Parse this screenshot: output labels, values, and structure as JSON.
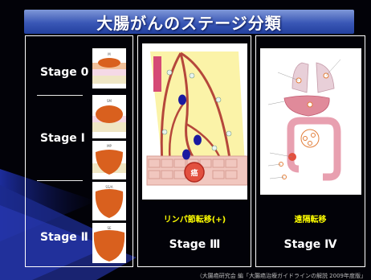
{
  "slide": {
    "title": "大腸がんのステージ分類",
    "colors": {
      "title_bar": "#3a57b6",
      "caption": "#ffff00",
      "tumor": "#d9601e",
      "bg": "#000000"
    }
  },
  "left_panel": {
    "stages": [
      {
        "label": "Stage 0"
      },
      {
        "label": "Stage Ⅰ"
      },
      {
        "label": "Stage Ⅱ"
      }
    ],
    "thumbnails": [
      {
        "tag": "M"
      },
      {
        "tag": "SM"
      },
      {
        "tag": "MP"
      },
      {
        "tag": "SS/A"
      },
      {
        "tag": "SE"
      }
    ]
  },
  "middle_panel": {
    "caption": "リンパ節転移(+)",
    "stage": "Stage Ⅲ",
    "tumor_label": "癌"
  },
  "right_panel": {
    "caption": "遠隔転移",
    "stage": "Stage Ⅳ"
  },
  "footnote": "（大腸癌研究会 編「大腸癌治療ガイドラインの解説 2009年度版」"
}
